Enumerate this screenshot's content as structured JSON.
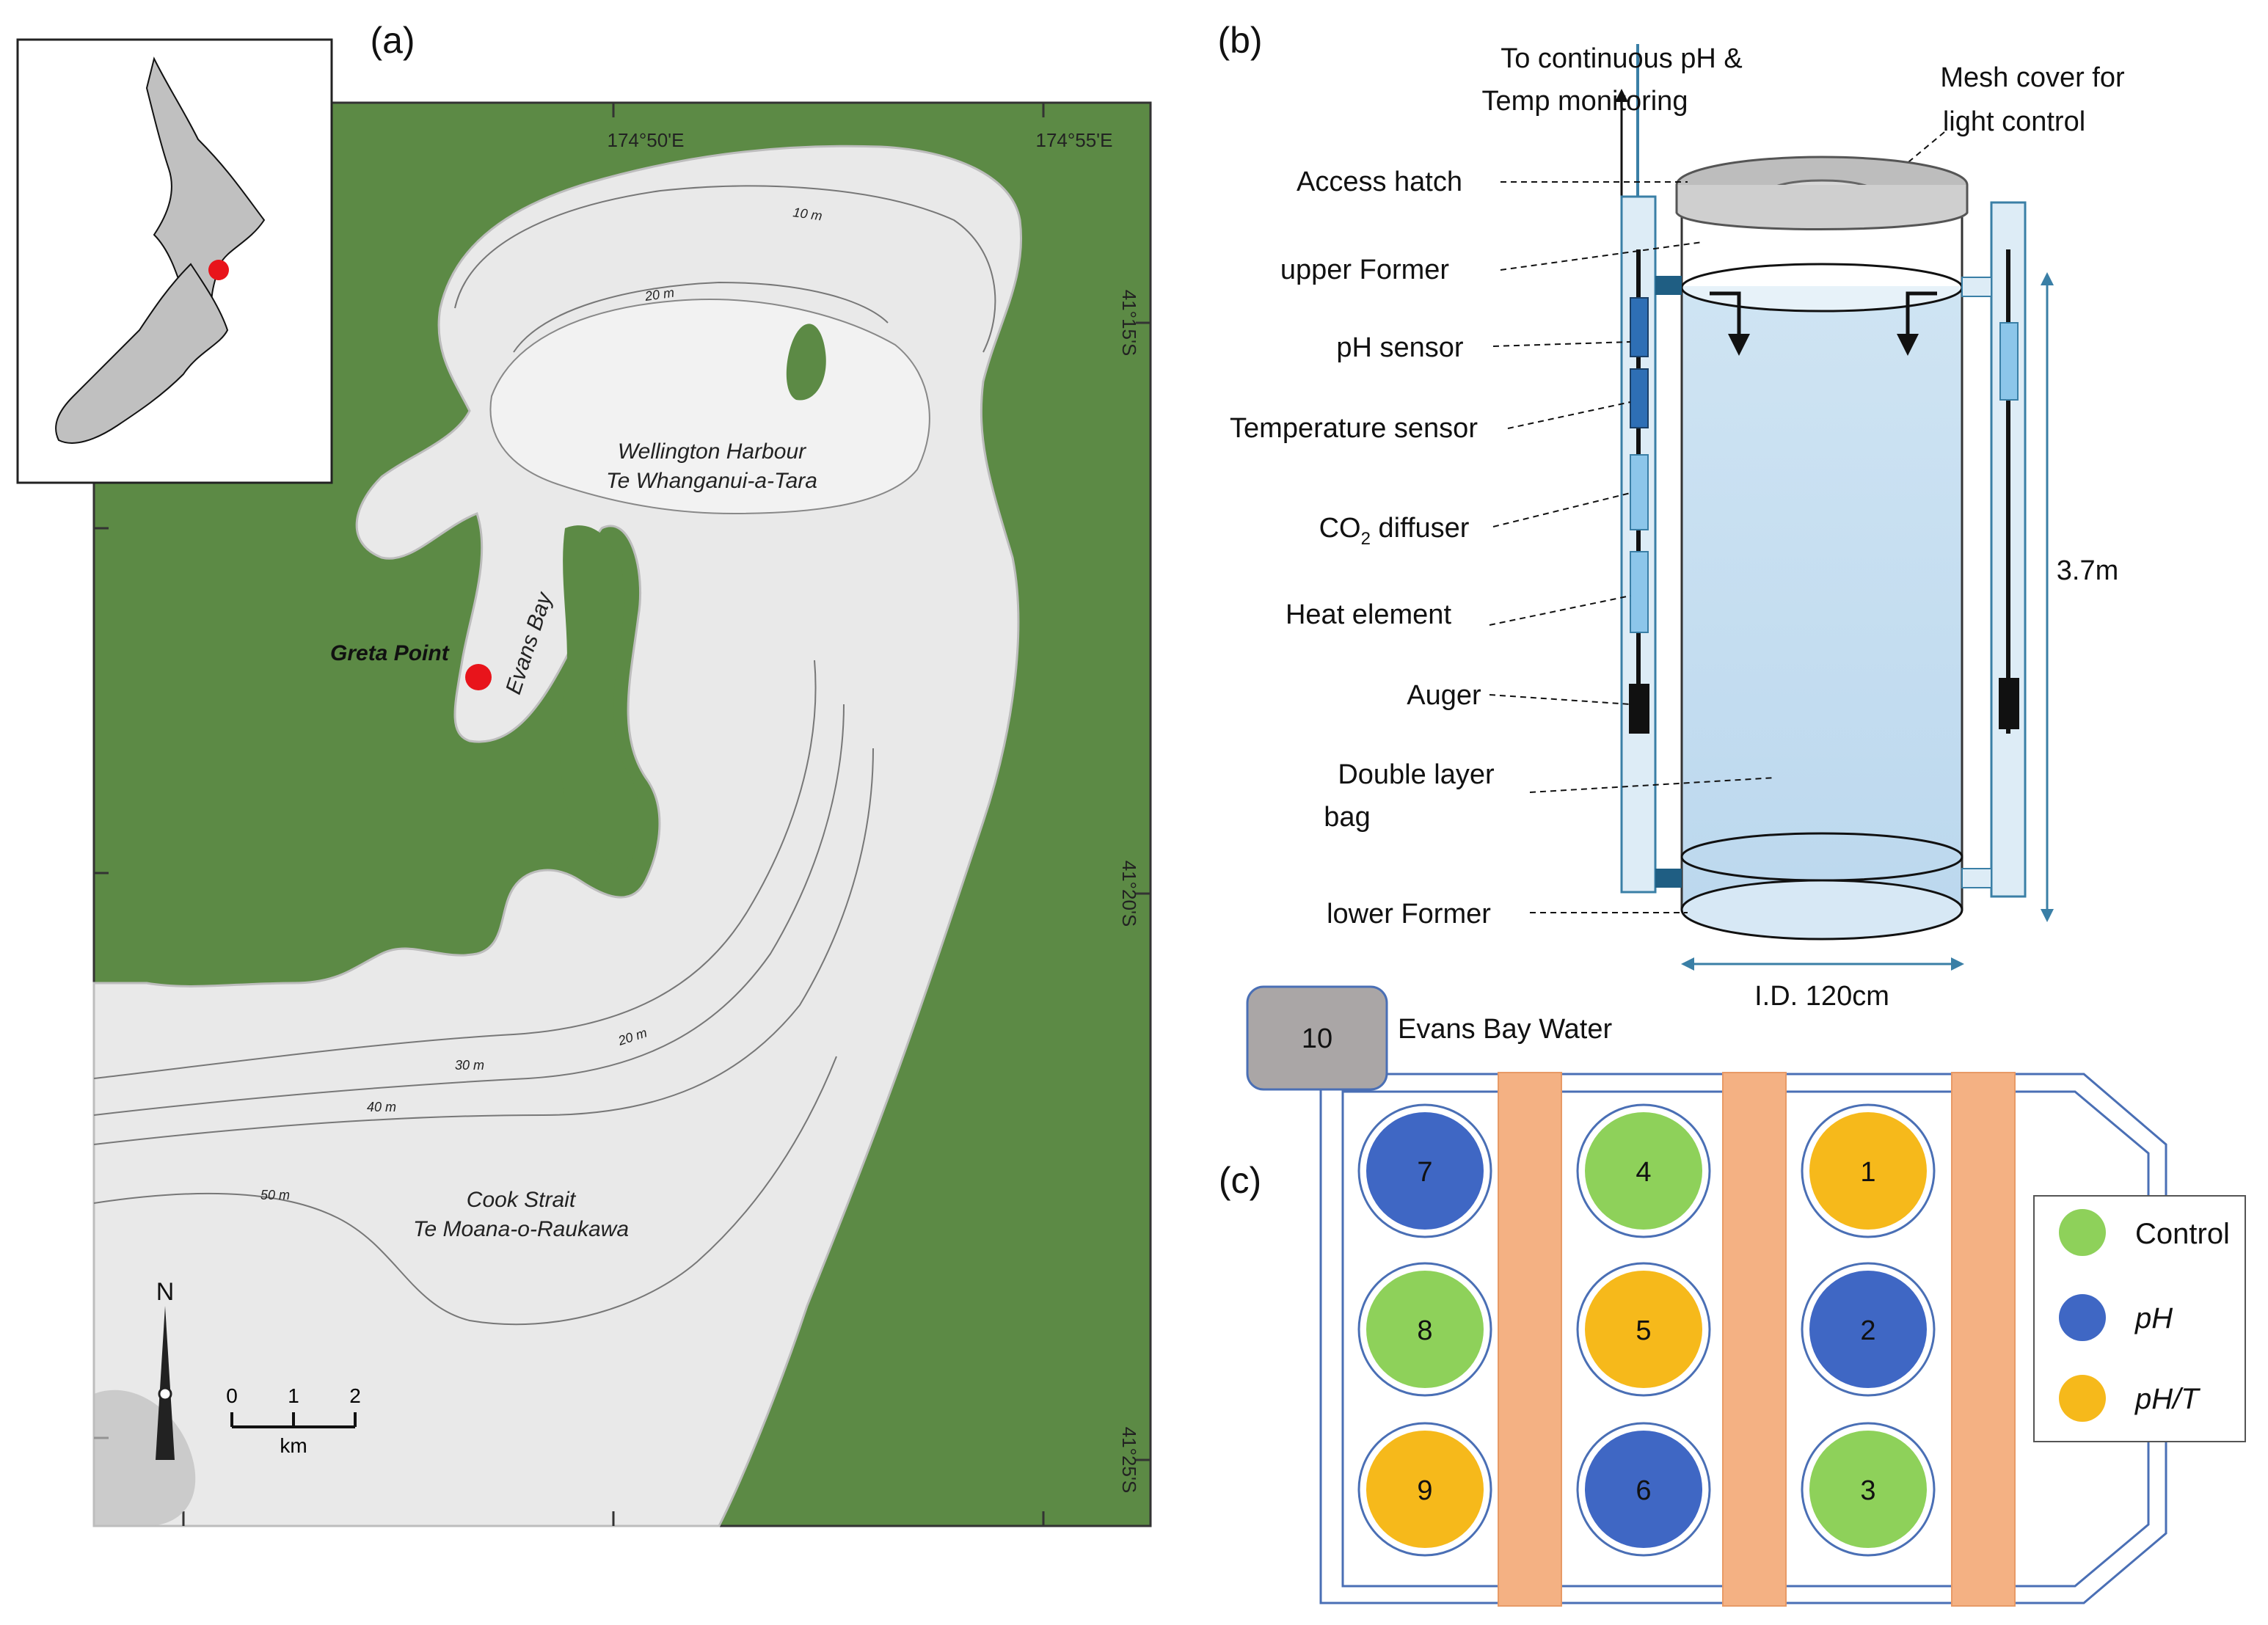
{
  "panels": {
    "a": "(a)",
    "b": "(b)",
    "c": "(c)"
  },
  "map": {
    "coords": {
      "lon1": "174°50'E",
      "lon2": "174°55'E",
      "lat1": "41°15'S",
      "lat2": "41°20'S",
      "lat3": "41°25'S"
    },
    "places": {
      "harbour1": "Wellington Harbour",
      "harbour2": "Te Whanganui-a-Tara",
      "evans_bay": "Evans Bay",
      "greta_point": "Greta Point",
      "strait1": "Cook Strait",
      "strait2": "Te Moana-o-Raukawa"
    },
    "depths": [
      "10 m",
      "20 m",
      "20 m",
      "30 m",
      "40 m",
      "50 m"
    ],
    "north": "N",
    "scale": {
      "ticks": [
        "0",
        "1",
        "2"
      ],
      "unit": "km"
    },
    "colors": {
      "land": "#5c8a45",
      "water": "#e9e9e9",
      "site": "#e8141b"
    }
  },
  "mesocosm": {
    "labels": {
      "monitor1": "To continuous pH &",
      "monitor2": "Temp monitoring",
      "mesh1": "Mesh cover for",
      "mesh2": "light control",
      "hatch": "Access hatch",
      "upper": "upper Former",
      "ph": "pH sensor",
      "temp": "Temperature sensor",
      "co2": "CO",
      "co2_sub": "2",
      "co2_rest": " diffuser",
      "heat": "Heat element",
      "auger": "Auger",
      "bag1": "Double layer",
      "bag2": "bag",
      "lower": "lower Former",
      "height": "3.7m",
      "diameter": "I.D. 120cm"
    }
  },
  "layout_c": {
    "source_id": "10",
    "source_label": "Evans Bay Water",
    "bags": [
      {
        "id": "7",
        "type": "pH"
      },
      {
        "id": "4",
        "type": "Control"
      },
      {
        "id": "1",
        "type": "pH/T"
      },
      {
        "id": "8",
        "type": "Control"
      },
      {
        "id": "5",
        "type": "pH/T"
      },
      {
        "id": "2",
        "type": "pH"
      },
      {
        "id": "9",
        "type": "pH/T"
      },
      {
        "id": "6",
        "type": "pH"
      },
      {
        "id": "3",
        "type": "Control"
      }
    ],
    "legend": [
      {
        "label": "Control",
        "color": "#8ed15a"
      },
      {
        "label": "pH",
        "color": "#3f67c4"
      },
      {
        "label": "pH/T",
        "color": "#f6b91b"
      }
    ],
    "colors": {
      "walkway": "#f4b183",
      "frame": "#4a6fb5",
      "source": "#aaa6a6"
    }
  }
}
